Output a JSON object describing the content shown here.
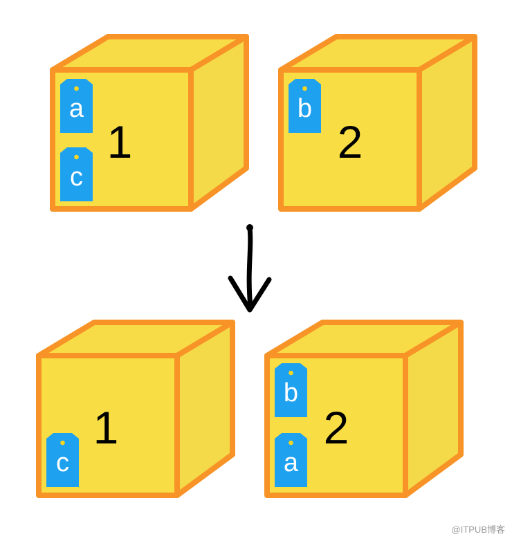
{
  "colors": {
    "box_front": "#F8DE44",
    "box_top": "#F7DC47",
    "box_side": "#F4DA48",
    "box_edge": "#F79327",
    "tag": "#1EA1EF",
    "tag_hole": "#F5D623",
    "tag_text": "#FFFFFF",
    "number_text": "#000000",
    "arrow": "#000000"
  },
  "before": {
    "boxes": [
      {
        "number": "1",
        "tags": [
          "a",
          "c"
        ]
      },
      {
        "number": "2",
        "tags": [
          "b"
        ]
      }
    ]
  },
  "after": {
    "boxes": [
      {
        "number": "1",
        "tags": [
          "c"
        ]
      },
      {
        "number": "2",
        "tags": [
          "b",
          "a"
        ]
      }
    ]
  },
  "arrow": {
    "direction": "down"
  },
  "watermark": "@ITPUB博客"
}
